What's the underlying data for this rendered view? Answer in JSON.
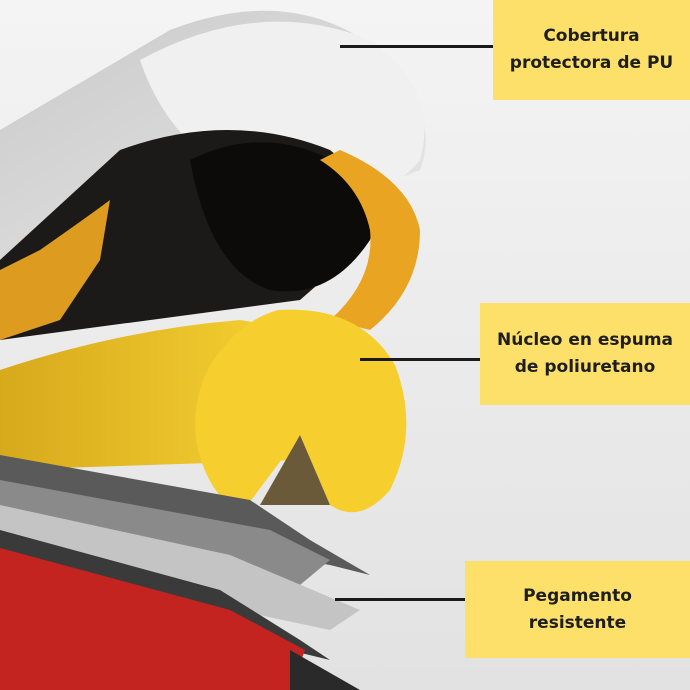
{
  "callouts": [
    {
      "line1": "Cobertura",
      "line2": "protectora de PU"
    },
    {
      "line1": "Núcleo en espuma",
      "line2": "de poliuretano"
    },
    {
      "line1": "Pegamento resistente",
      "line2": ""
    }
  ],
  "colors": {
    "label_background": "#fde06a",
    "foam_yellow": "#f6cf2e",
    "outer_orange": "#e9a521",
    "cover_gray": "#dedede",
    "adhesive_red": "#c4241f",
    "leader_line": "#1a1a1a"
  }
}
